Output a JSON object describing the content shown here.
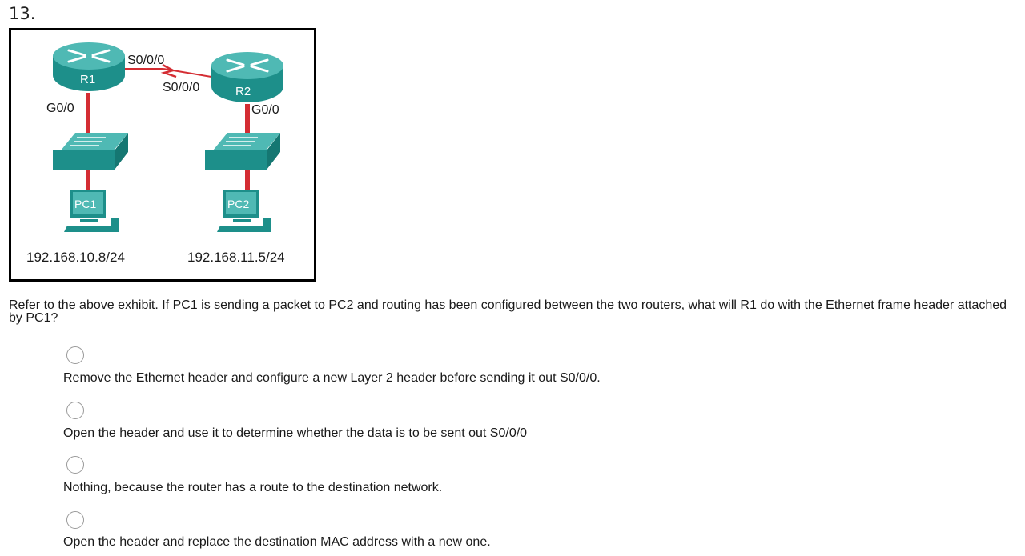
{
  "question_number": "13.",
  "exhibit": {
    "r1_label": "R1",
    "r2_label": "R2",
    "r1_serial": "S0/0/0",
    "r2_serial": "S0/0/0",
    "r1_g": "G0/0",
    "r2_g": "G0/0",
    "pc1_label": "PC1",
    "pc2_label": "PC2",
    "pc1_ip": "192.168.10.8/24",
    "pc2_ip": "192.168.11.5/24"
  },
  "question_text": "Refer to the above exhibit. If PC1 is sending a packet to PC2 and routing has been configured between the two routers, what will R1 do with the Ethernet frame header attached by PC1?",
  "options": [
    {
      "text": "Remove the Ethernet header and configure a new Layer 2 header before sending it out S0/0/0."
    },
    {
      "text": "Open the header and use it to determine whether the data is to be sent out S0/0/0"
    },
    {
      "text": "Nothing, because the router has a route to the destination network."
    },
    {
      "text": "Open the header and replace the destination MAC address with a new one."
    }
  ],
  "colors": {
    "device_teal": "#1d8f8a",
    "device_top": "#4fb9b4",
    "link_red": "#d42d33"
  }
}
